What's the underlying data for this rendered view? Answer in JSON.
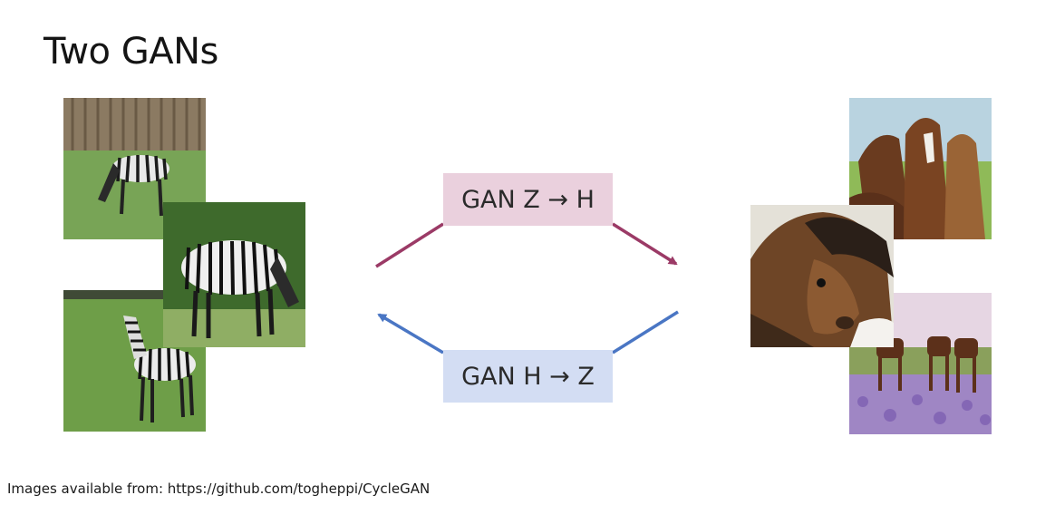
{
  "slide": {
    "title": "Two GANs",
    "footer": "Images available from: https://github.com/togheppi/CycleGAN"
  },
  "diagram": {
    "gan_z_to_h": "GAN Z → H",
    "gan_h_to_z": "GAN H → Z"
  },
  "colors": {
    "gan_z_to_h_box": "#ead0dd",
    "gan_h_to_z_box": "#d3ddf3",
    "arrow_z_to_h": "#9b3a66",
    "arrow_h_to_z": "#4a76c4"
  }
}
